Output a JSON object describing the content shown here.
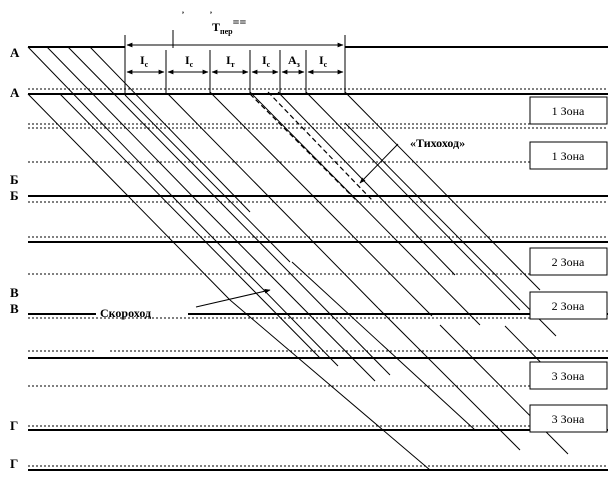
{
  "stations": [
    "А",
    "А",
    "Б",
    "Б",
    "В",
    "В",
    "Г",
    "Г"
  ],
  "period": {
    "main": "Т",
    "sub": "пер",
    "suffix": "=="
  },
  "segments": [
    {
      "main": "I",
      "sub": "c"
    },
    {
      "main": "I",
      "sub": "c"
    },
    {
      "main": "I",
      "sub": "т"
    },
    {
      "main": "I",
      "sub": "c"
    },
    {
      "main": "A",
      "sub": "з"
    },
    {
      "main": "I",
      "sub": "c"
    }
  ],
  "zones": [
    "1 Зона",
    "1 Зона",
    "2 Зона",
    "2 Зона",
    "3 Зона",
    "3 Зона"
  ],
  "annotations": {
    "slow_train": "«Тихоход»",
    "fast_train": "Скороход"
  },
  "top_marks": [
    ",",
    ","
  ]
}
